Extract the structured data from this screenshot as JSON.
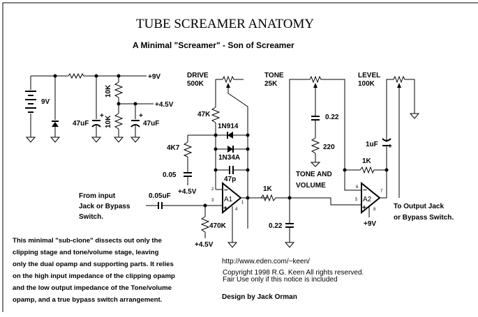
{
  "title": "TUBE SCREAMER ANATOMY",
  "subtitle": "A Minimal \"Screamer\" - Son of Screamer",
  "power": {
    "battery": "9V",
    "plus9": "+9V",
    "plus45": "+4.5V",
    "r_top": "10K",
    "r_bot": "10K",
    "cap1": "47uF",
    "cap2": "47uF"
  },
  "drive": {
    "label": "DRIVE",
    "value": "500K",
    "r47k": "47K",
    "d1": "1N914",
    "d2": "1N34A",
    "cfb": "47p",
    "r4k7": "4K7",
    "c005": "0.05",
    "bias": "+4.5V",
    "opamp": "A1",
    "pin_inv": "2",
    "pin_noninv": "3",
    "pin_out": "1",
    "pin_pwr": "4"
  },
  "input": {
    "line1": "From input",
    "line2": "Jack or Bypass",
    "line3": "Switch.",
    "cap": "0.05uF",
    "r470k": "470K",
    "bias": "+4.5V"
  },
  "tone": {
    "label": "TONE",
    "value": "25K",
    "cap": "0.22",
    "r220": "220",
    "r1k": "1K",
    "cap_out": "0.22",
    "section1": "TONE AND",
    "section2": "VOLUME"
  },
  "level": {
    "label": "LEVEL",
    "value": "100K",
    "cap": "1uF",
    "r1k": "1K",
    "opamp": "A2",
    "pin_inv": "6",
    "pin_noninv": "5",
    "pin_out": "7",
    "pin_pwr": "8",
    "supply": "+9V",
    "out1": "To Output Jack",
    "out2": "or Bypass Switch."
  },
  "description": [
    "This minimal \"sub-clone\" dissects out only the",
    "clipping stage and tone/volume stage, leaving",
    "only the dual opamp and supporting parts. It relies",
    "on the high input impedance of the clipping opamp",
    "and the low output impedance of the Tone/volume",
    "opamp, and a true bypass switch arrangement."
  ],
  "credits": {
    "url": "http://www.eden.com/~keen/",
    "copyright": "Copyright 1998 R.G. Keen  All rights reserved.",
    "fairuse": "Fair Use only if this notice is included",
    "design": "Design by Jack Orman"
  }
}
